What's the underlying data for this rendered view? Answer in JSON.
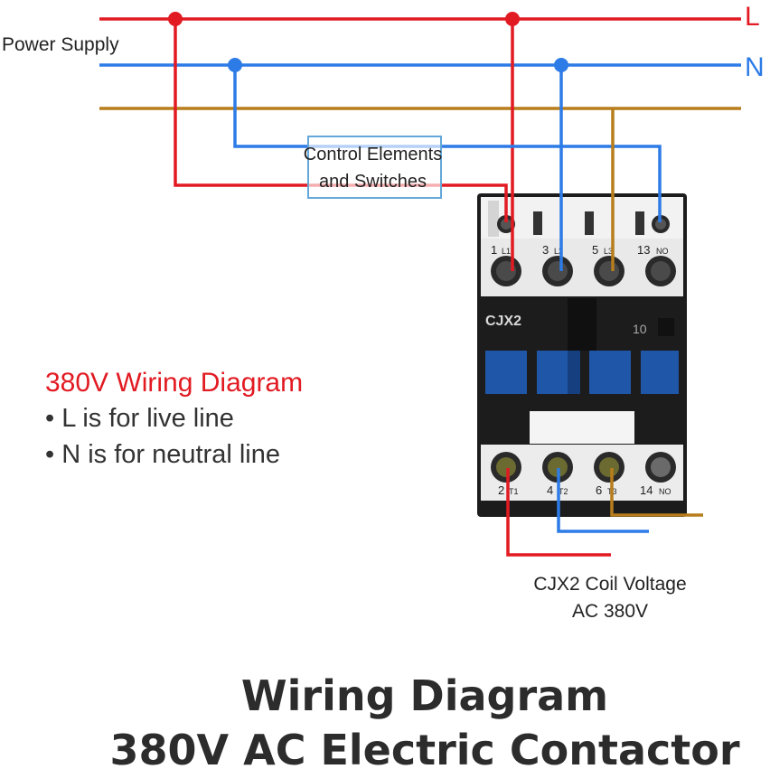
{
  "power_supply_label": "Power Supply",
  "lines": {
    "live": "L",
    "neutral": "N"
  },
  "control_box": {
    "line1": "Control Elements",
    "line2": "and Switches"
  },
  "contactor": {
    "model": "CJX2",
    "aux_label": "10",
    "top_terminals": [
      {
        "num": "1",
        "sub": "L1"
      },
      {
        "num": "3",
        "sub": "L2"
      },
      {
        "num": "5",
        "sub": "L3"
      },
      {
        "num": "13",
        "sub": "NO"
      }
    ],
    "bottom_terminals": [
      {
        "num": "2",
        "sub": "T1"
      },
      {
        "num": "4",
        "sub": "T2"
      },
      {
        "num": "6",
        "sub": "T3"
      },
      {
        "num": "14",
        "sub": "NO"
      }
    ]
  },
  "notes": {
    "title": "380V Wiring Diagram",
    "bullet1": "• L is for live line",
    "bullet2": "• N is for neutral line"
  },
  "coil": {
    "line1": "CJX2 Coil Voltage",
    "line2": "AC 380V"
  },
  "main_title": {
    "line1": "Wiring Diagram",
    "line2": "380V AC Electric Contactor"
  },
  "colors": {
    "live": "#e21a22",
    "neutral": "#2d7be6",
    "third": "#b87d1c",
    "body": "#1c1c1c",
    "button": "#1f56a8"
  }
}
